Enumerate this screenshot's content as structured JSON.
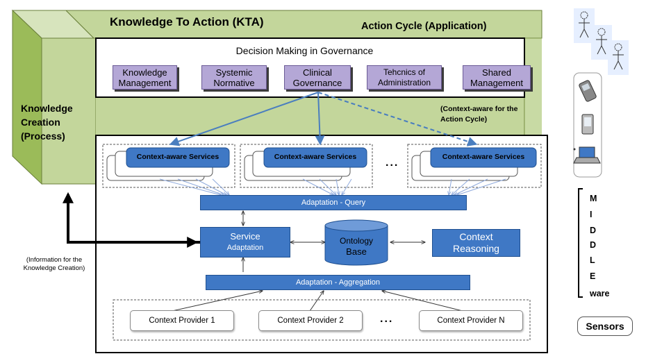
{
  "kta": {
    "title": "Knowledge To Action (KTA)",
    "action_cycle": "Action Cycle (Application)",
    "knowledge_creation": [
      "Knowledge",
      "Creation",
      "(Process)"
    ]
  },
  "governance": {
    "title": "Decision Making in Governance",
    "boxes": [
      {
        "lines": [
          "Knowledge",
          "Management"
        ]
      },
      {
        "lines": [
          "Systemic",
          "Normative"
        ]
      },
      {
        "lines": [
          "Clinical",
          "Governance"
        ]
      },
      {
        "lines": [
          "Tehcnics of",
          "Administration"
        ]
      },
      {
        "lines": [
          "Shared",
          "Management"
        ]
      }
    ]
  },
  "context_note": "(Context-aware for the Action Cycle)",
  "services": {
    "label": "Context-aware Services",
    "ellipsis": "..."
  },
  "adaptation_query": "Adaptation - Query",
  "service_adaptation": [
    "Service",
    "Adaptation"
  ],
  "ontology_base": [
    "Ontology",
    "Base"
  ],
  "context_reasoning": [
    "Context",
    "Reasoning"
  ],
  "adaptation_aggregation": "Adaptation - Aggregation",
  "providers": {
    "items": [
      "Context Provider 1",
      "Context Provider 2",
      "Context Provider N"
    ],
    "ellipsis": "..."
  },
  "info_note": [
    "(Information for the",
    "Knowledge Creation)"
  ],
  "middleware": [
    "M",
    "I",
    "D",
    "D",
    "L",
    "E",
    "ware"
  ],
  "sensors": "Sensors",
  "colors": {
    "green": "#c3d69b",
    "purple": "#b4a7d6",
    "blue": "#3f78c5",
    "arrow_blue": "#4a7ebf"
  }
}
